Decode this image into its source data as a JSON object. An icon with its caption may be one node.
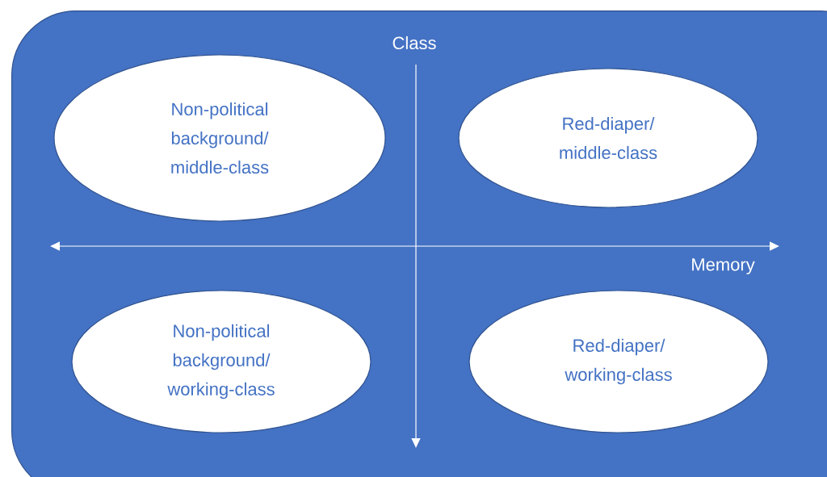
{
  "diagram": {
    "nodes": [
      {
        "text": [],
        "shape": "box"
      },
      {
        "text": [
          "Non-political background/ middle-class"
        ],
        "in": 0
      },
      {
        "text": [
          "Red-diaper/ middle-class"
        ],
        "in": 0
      },
      {
        "text": [
          "Non-political background/ working-class"
        ],
        "in": 0
      },
      {
        "text": [
          "Red-diaper/ working-class"
        ],
        "in": 0
      }
    ],
    "labels": [
      "Class",
      "Memory"
    ]
  }
}
